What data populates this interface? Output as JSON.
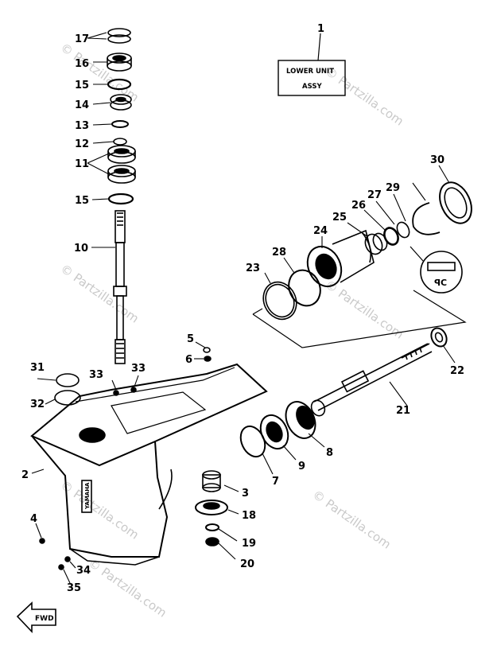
{
  "title_box": {
    "line1": "LOWER UNIT",
    "line2": "ASSY"
  },
  "fwd_label": "FWD",
  "decal_text": "YAMAHA",
  "watermarks": [
    "© Partzilla.com",
    "© Partzilla.com",
    "© Partzilla.com",
    "© Partzilla.com",
    "© Partzilla.com",
    "© Partzilla.com",
    "© Partzilla.com"
  ],
  "callouts": [
    "1",
    "2",
    "3",
    "4",
    "5",
    "6",
    "7",
    "8",
    "9",
    "10",
    "11",
    "12",
    "13",
    "14",
    "15",
    "15",
    "16",
    "17",
    "18",
    "19",
    "20",
    "21",
    "22",
    "23",
    "24",
    "25",
    "26",
    "27",
    "28",
    "29",
    "30",
    "31",
    "32",
    "33",
    "33",
    "34",
    "35"
  ]
}
